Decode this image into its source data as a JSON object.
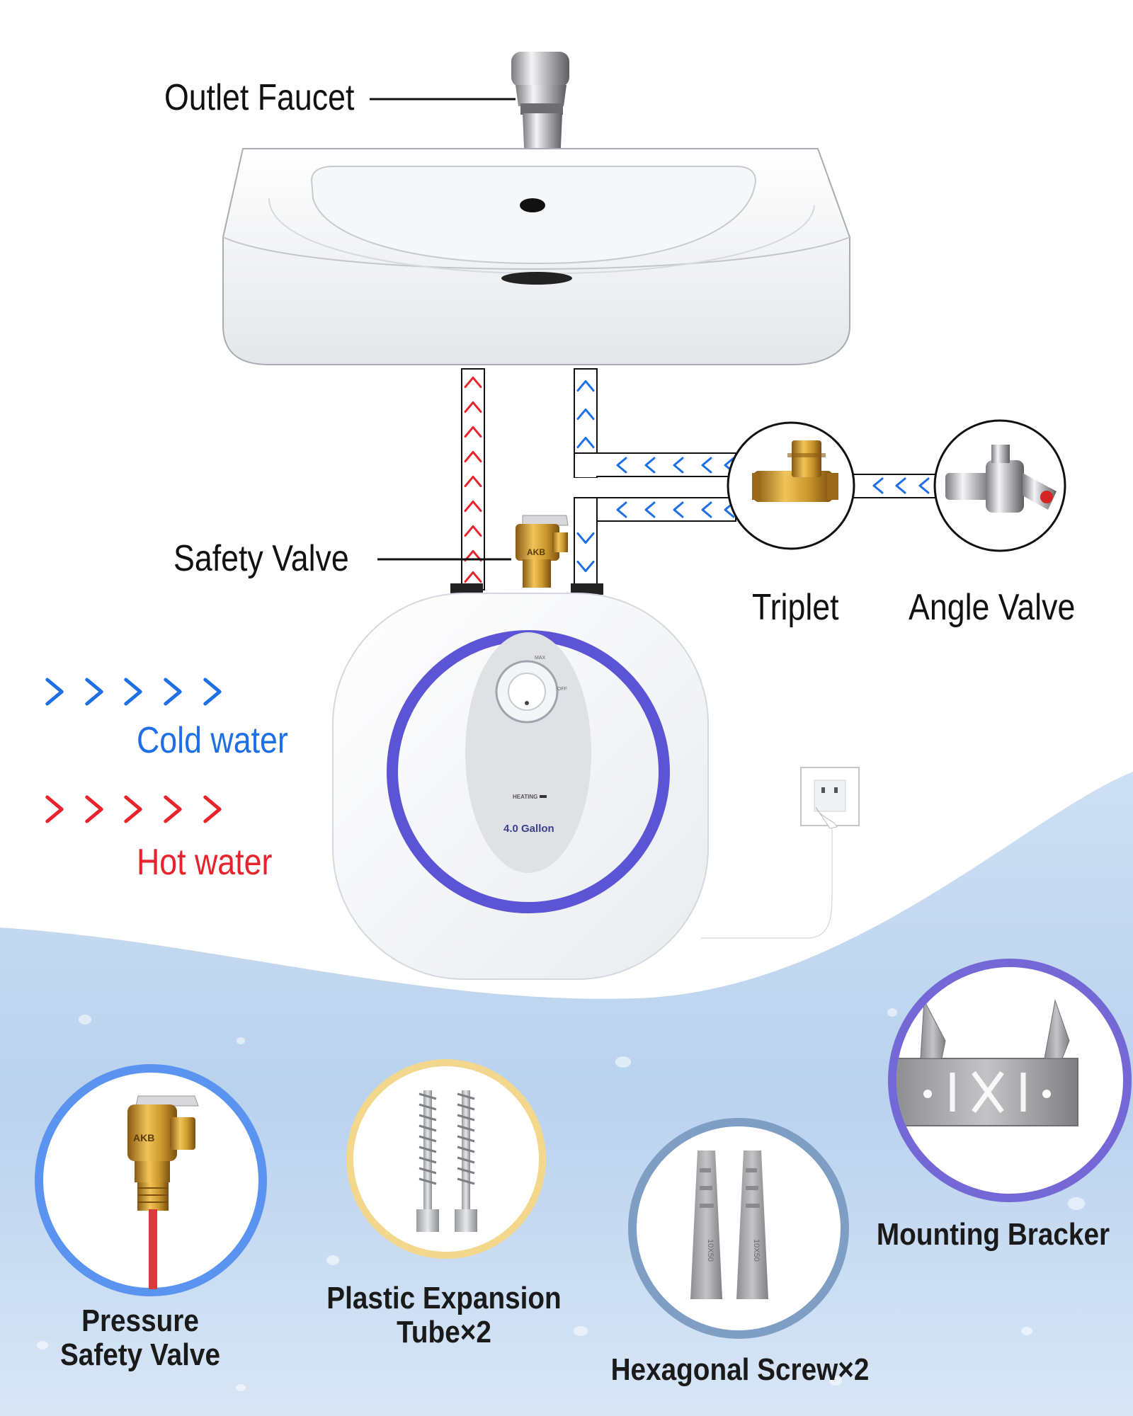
{
  "diagram": {
    "labels": {
      "outlet_faucet": "Outlet Faucet",
      "safety_valve": "Safety Valve",
      "triplet": "Triplet",
      "angle_valve": "Angle Valve"
    },
    "legend": {
      "cold": {
        "label": "Cold water",
        "color": "#1e6fe6"
      },
      "hot": {
        "label": "Hot water",
        "color": "#e8232b"
      }
    },
    "heater": {
      "capacity": "4.0 Gallon",
      "indicator": "HEATING",
      "knob_max": "MAX",
      "knob_off": "OFF"
    },
    "valve_brand": "AKB",
    "anchor_marking": "10X50",
    "accessories": {
      "pressure_valve": "Pressure\nSafety Valve",
      "expansion_tube": "Plastic  Expansion\nTube×2",
      "hex_screw": "Hexagonal Screw×2",
      "mounting_bracket": "Mounting Bracker"
    },
    "colors": {
      "ring_pressure_valve": "#5b93f0",
      "ring_expansion_tube": "#f2d78c",
      "ring_hex_screw": "#7f9ec4",
      "ring_mounting_bracket": "#7368d6",
      "heater_ring": "#5b55d6",
      "brass": "#c9962a"
    }
  }
}
